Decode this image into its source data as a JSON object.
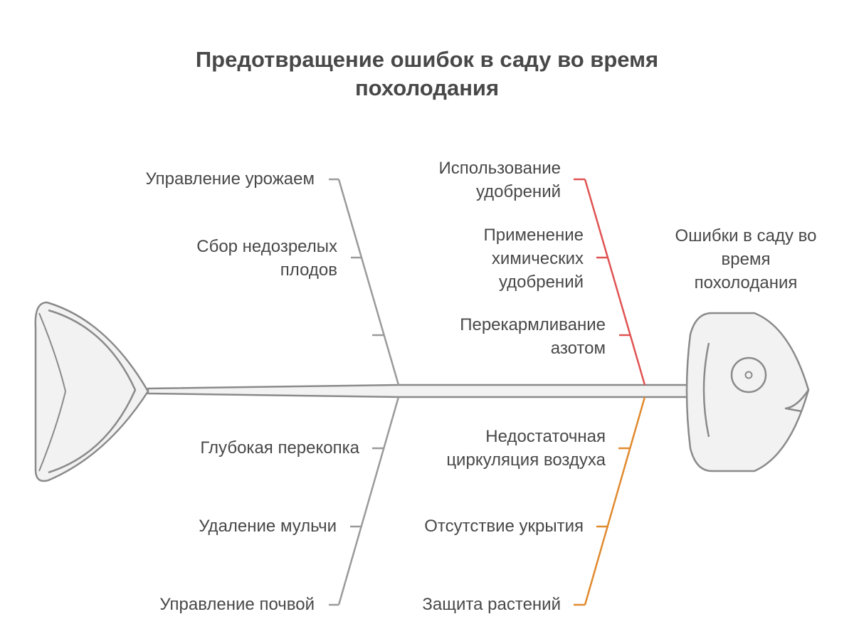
{
  "title": {
    "line1": "Предотвращение ошибок в саду во время",
    "line2": "похолодания"
  },
  "head_label": {
    "line1": "Ошибки в саду во",
    "line2": "время",
    "line3": "похолодания"
  },
  "upper_left_branch": {
    "color": "#9a9a9a",
    "items": [
      {
        "line1": "Управление урожаем"
      },
      {
        "line1": "Сбор недозрелых",
        "line2": "плодов"
      },
      {
        "line1": ""
      }
    ]
  },
  "upper_right_branch": {
    "color": "#e05252",
    "items": [
      {
        "line1": "Использование",
        "line2": "удобрений"
      },
      {
        "line1": "Применение",
        "line2": "химических",
        "line3": "удобрений"
      },
      {
        "line1": "Перекармливание",
        "line2": "азотом"
      }
    ]
  },
  "lower_left_branch": {
    "color": "#9a9a9a",
    "items": [
      {
        "line1": "Глубокая перекопка"
      },
      {
        "line1": "Удаление мульчи"
      },
      {
        "line1": "Управление почвой"
      }
    ]
  },
  "lower_right_branch": {
    "color": "#e08a2e",
    "items": [
      {
        "line1": "Недостаточная",
        "line2": "циркуляция воздуха"
      },
      {
        "line1": "Отсутствие укрытия"
      },
      {
        "line1": "Защита растений"
      }
    ]
  },
  "colors": {
    "outline": "#8a8a8a",
    "fill": "#f2f2f2",
    "text": "#484848"
  }
}
